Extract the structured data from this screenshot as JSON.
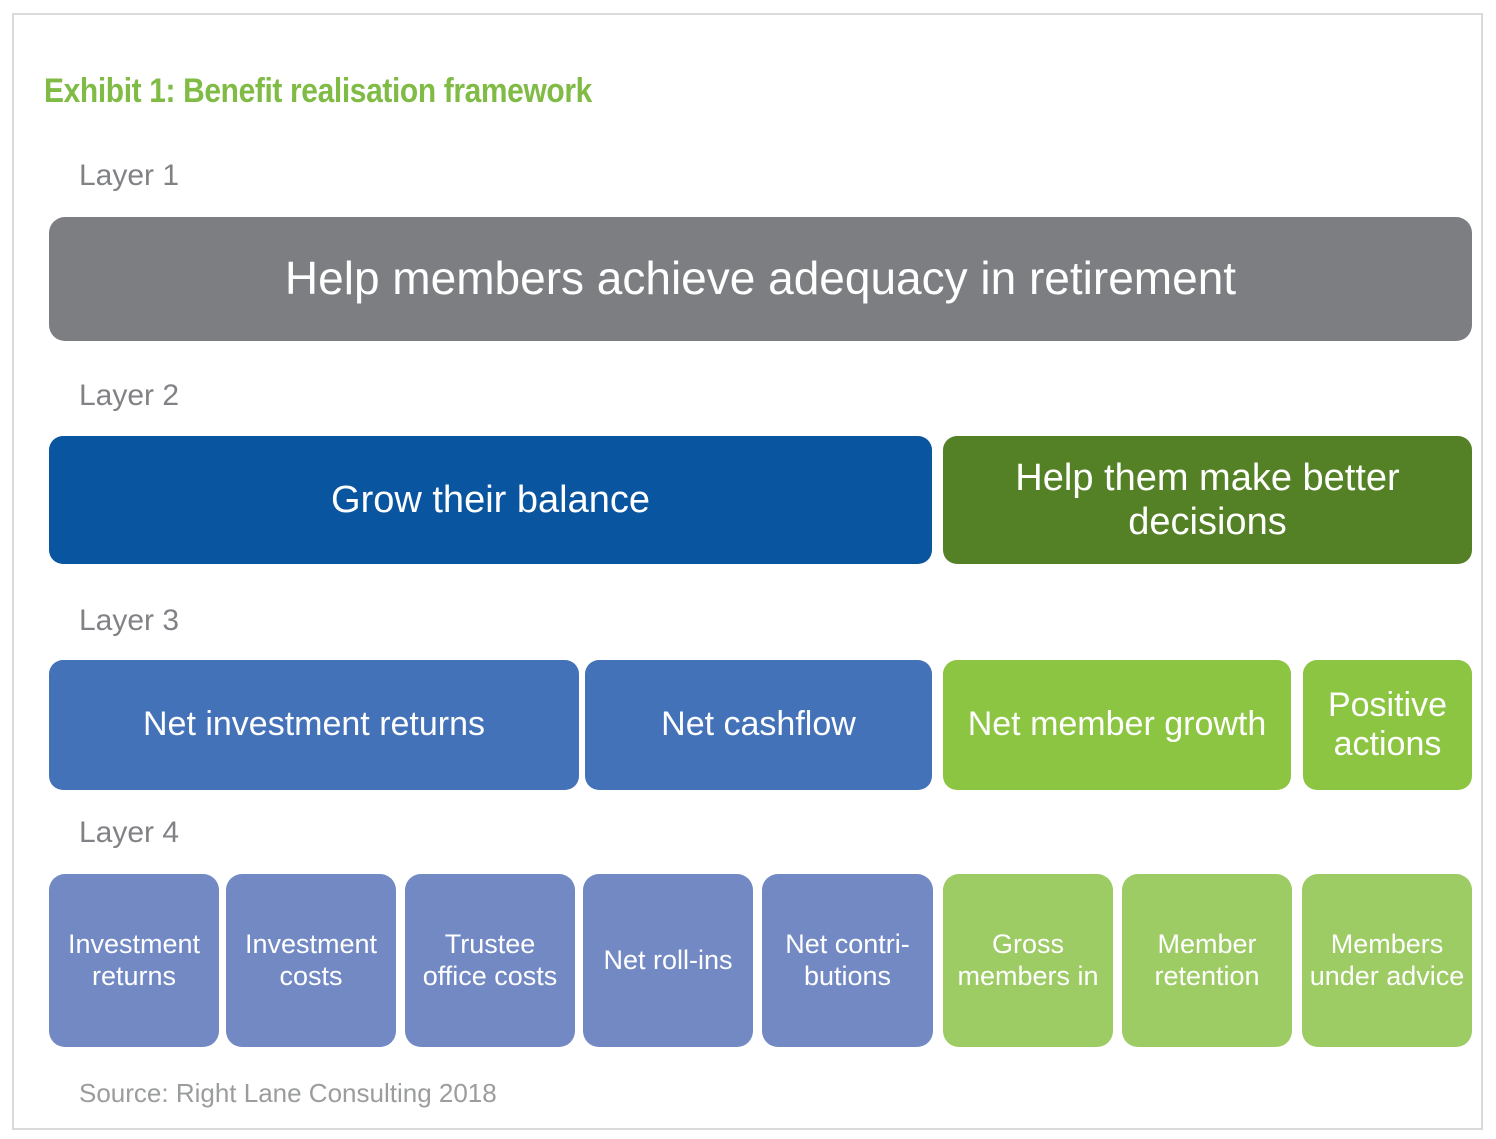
{
  "exhibit": {
    "title": "Exhibit 1: Benefit realisation framework",
    "source": "Source: Right Lane Consulting  2018",
    "accent_color": "#7FBB45",
    "frame_border_color": "#d9dada"
  },
  "layers": [
    {
      "label": "Layer 1",
      "boxes": [
        {
          "text": "Help members achieve adequacy in retirement",
          "color": "#7C7E82"
        }
      ]
    },
    {
      "label": "Layer 2",
      "boxes": [
        {
          "text": "Grow their balance",
          "color": "#0A55A0"
        },
        {
          "text": "Help them make better decisions",
          "color": "#548126"
        }
      ]
    },
    {
      "label": "Layer 3",
      "boxes": [
        {
          "text": "Net investment returns",
          "color": "#4472B8"
        },
        {
          "text": "Net cashflow",
          "color": "#4472B8"
        },
        {
          "text": "Net member growth",
          "color": "#8CC541"
        },
        {
          "text": "Positive actions",
          "color": "#8CC541"
        }
      ]
    },
    {
      "label": "Layer 4",
      "boxes": [
        {
          "text": "Investment returns",
          "color": "#7289C4"
        },
        {
          "text": "Investment costs",
          "color": "#7289C4"
        },
        {
          "text": "Trustee office costs",
          "color": "#7289C4"
        },
        {
          "text": "Net roll-ins",
          "color": "#7289C4"
        },
        {
          "text": "Net contri- butions",
          "color": "#7289C4"
        },
        {
          "text": "Gross members in",
          "color": "#9DCB64"
        },
        {
          "text": "Member retention",
          "color": "#9DCB64"
        },
        {
          "text": "Members under advice",
          "color": "#9DCB64"
        }
      ]
    }
  ]
}
